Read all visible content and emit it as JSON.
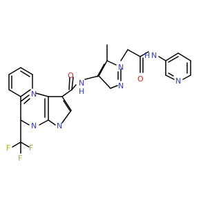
{
  "colors": {
    "bond": "#000000",
    "carbon": "#000000",
    "nitrogen": "#2f3bd6",
    "oxygen": "#e0251b",
    "fluorine": "#8fbf2a",
    "hydrogen_label": "#2f3bd6",
    "background": "#ffffff"
  },
  "labels": {
    "o_amide_left": "O",
    "nh_amide_left": "N",
    "h_amide_left": "H",
    "n_pyrazole_1": "N",
    "n_pyrazole_2": "N",
    "o_amide_right": "O",
    "nh_amide_right": "N",
    "h_amide_right": "H",
    "n_pyridine": "N",
    "n_pyrimidine": "N",
    "n_bridge": "N",
    "n_pyrazole_fused": "N",
    "f_top": "F",
    "f_left": "F",
    "f_right": "F"
  }
}
